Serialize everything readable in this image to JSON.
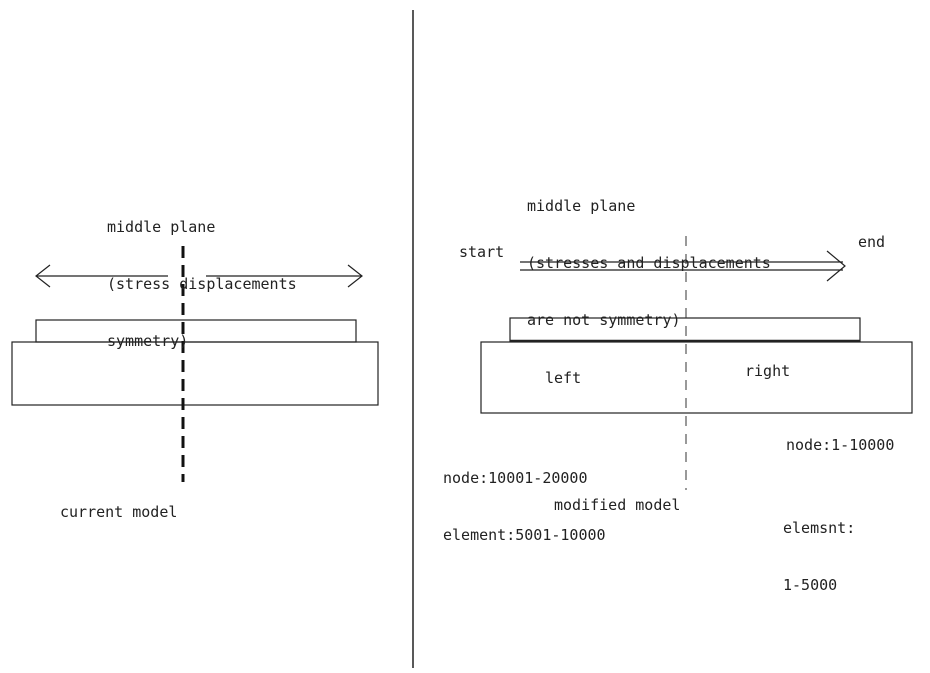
{
  "colors": {
    "line": "#222222",
    "background": "#ffffff"
  },
  "current_model": {
    "caption": "current model",
    "middle_plane_note": [
      "middle plane",
      "(stress displacements",
      "symmetry)"
    ]
  },
  "modified_model": {
    "caption": "modified model",
    "middle_plane_note": [
      "middle plane",
      "(stresses and displacements",
      "are not symmetry)"
    ],
    "start_label": "start",
    "end_label": "end",
    "left_label": "left",
    "right_label": "right",
    "left_info": [
      "node:10001-20000",
      "element:5001-10000"
    ],
    "right_node": "node:1-10000",
    "right_element": [
      "elemsnt:",
      "1-5000"
    ]
  }
}
